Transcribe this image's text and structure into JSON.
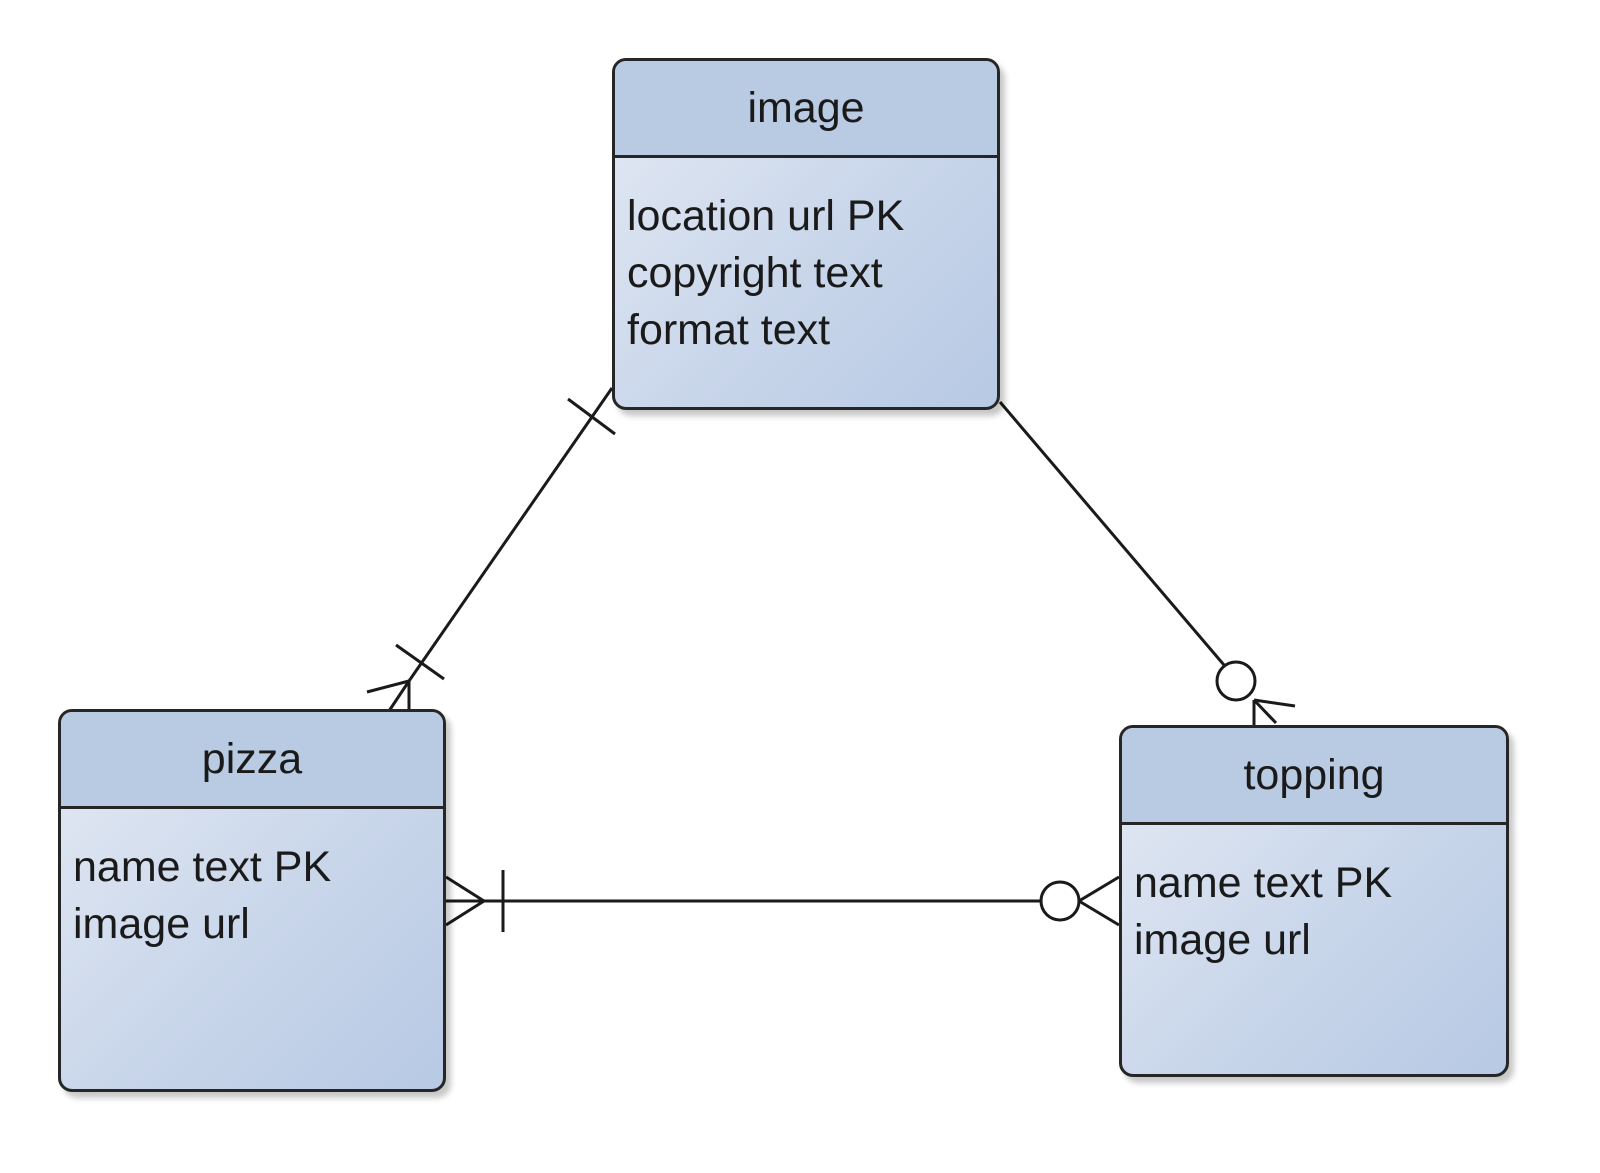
{
  "entities": {
    "image": {
      "name": "image",
      "attributes": [
        "location url PK",
        "copyright text",
        "format text"
      ]
    },
    "pizza": {
      "name": "pizza",
      "attributes": [
        "name text PK",
        "image url"
      ]
    },
    "topping": {
      "name": "topping",
      "attributes": [
        "name text PK",
        "image url"
      ]
    }
  },
  "relationships": [
    {
      "from": "image",
      "to": "pizza",
      "from_cardinality": "one-and-only-one",
      "to_cardinality": "one-or-many"
    },
    {
      "from": "image",
      "to": "topping",
      "from_cardinality": "none",
      "to_cardinality": "zero-or-many"
    },
    {
      "from": "pizza",
      "to": "topping",
      "from_cardinality": "one-or-many",
      "to_cardinality": "zero-or-many"
    }
  ],
  "colors": {
    "header": "#b9cae3",
    "body_light": "#e4eaf4",
    "body_dark": "#b7c9e4",
    "line": "#262626"
  }
}
